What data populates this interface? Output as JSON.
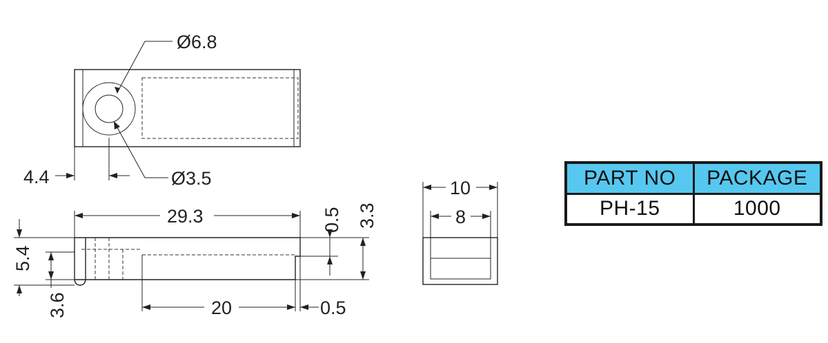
{
  "dimensions": {
    "outer_diameter": "Ø6.8",
    "inner_diameter": "Ø3.5",
    "hole_offset": "4.4",
    "total_length": "29.3",
    "top_step": "0.5",
    "total_height": "3.3",
    "left_height": "5.4",
    "body_height": "3.6",
    "slot_length": "20",
    "end_gap": "0.5",
    "width": "10",
    "inner_width": "8"
  },
  "table": {
    "headers": [
      "PART NO",
      "PACKAGE"
    ],
    "rows": [
      [
        "PH-15",
        "1000"
      ]
    ]
  },
  "colors": {
    "header_fill": "#56c8f0",
    "line": "#222222"
  }
}
